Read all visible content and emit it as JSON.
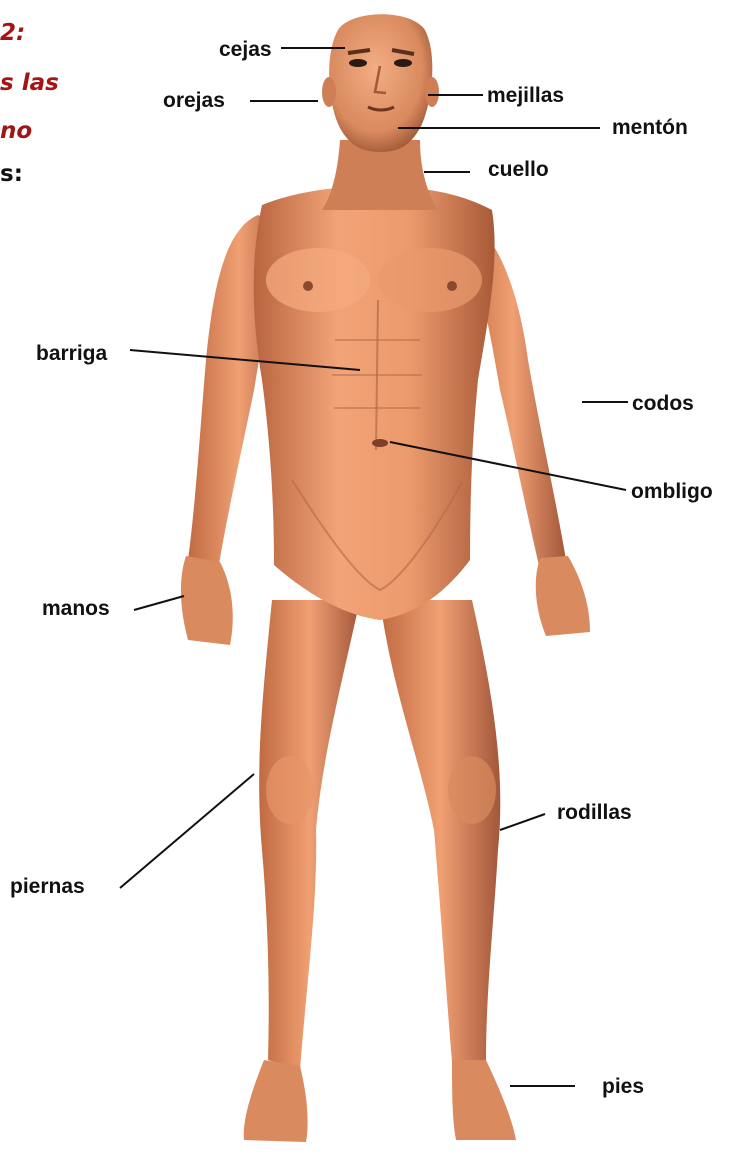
{
  "cut_text": {
    "line1": "2:",
    "line2": "s las",
    "line3": "no",
    "line4": "s:"
  },
  "labels": {
    "cejas": "cejas",
    "orejas": "orejas",
    "mejillas": "mejillas",
    "menton": "mentón",
    "cuello": "cuello",
    "barriga": "barriga",
    "codos": "codos",
    "ombligo": "ombligo",
    "manos": "manos",
    "rodillas": "rodillas",
    "piernas": "piernas",
    "pies": "pies"
  },
  "colors": {
    "skin_light": "#f2a478",
    "skin_mid": "#d9865a",
    "skin_dark": "#9c5436",
    "accent_text": "#a31515"
  }
}
